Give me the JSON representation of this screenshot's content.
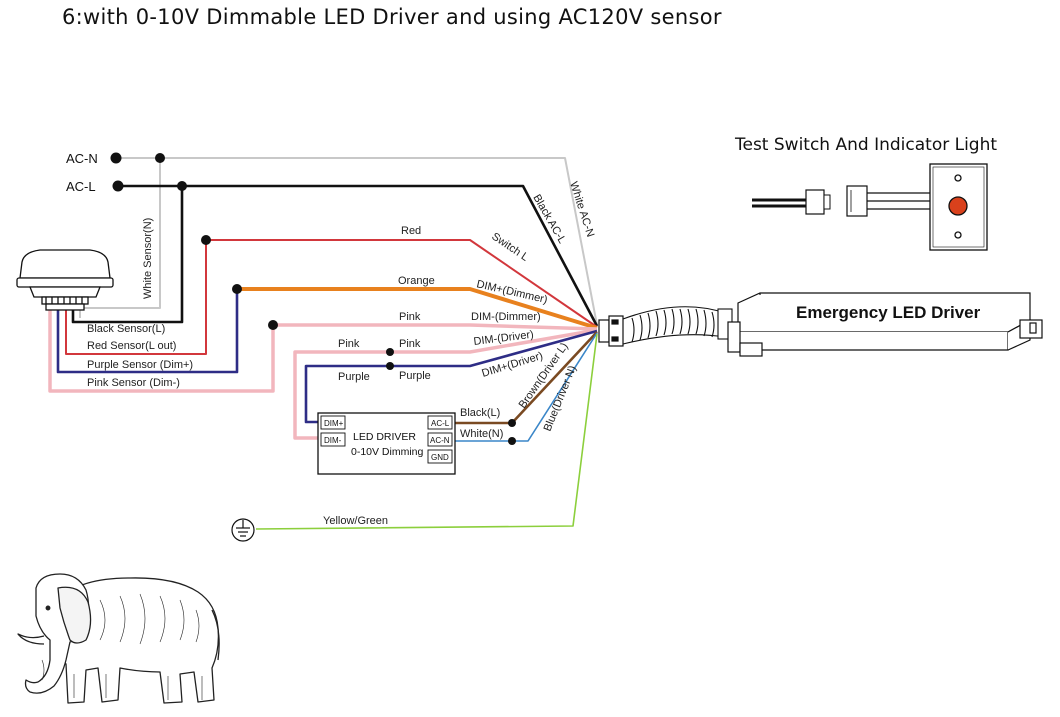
{
  "title": "6:with 0-10V Dimmable LED Driver and using AC120V sensor",
  "test_switch_title": "Test Switch And Indicator Light",
  "emergency_driver_label": "Emergency LED Driver",
  "ac_terminals": {
    "neutral": "AC-N",
    "line": "AC-L"
  },
  "sensor_labels": {
    "white": "White Sensor(N)",
    "black": "Black Sensor(L)",
    "red": "Red Sensor(L out)",
    "purple": "Purple Sensor (Dim+)",
    "pink": "Pink Sensor (Dim-)"
  },
  "wire_labels": {
    "red": "Red",
    "orange": "Orange",
    "pink_top": "Pink",
    "pink_left": "Pink",
    "pink_right": "Pink",
    "purple_left": "Purple",
    "purple_right": "Purple",
    "yellow_green": "Yellow/Green",
    "black_l": "Black(L)",
    "white_n": "White(N)"
  },
  "harness_labels": {
    "white_acn": "White  AC-N",
    "black_acl": "Black  AC-L",
    "switch_l": "Switch L",
    "dim_plus_dimmer": "DIM+(Dimmer)",
    "dim_minus_dimmer": "DIM-(Dimmer)",
    "dim_minus_driver": "DIM-(Driver)",
    "dim_plus_driver": "DIM+(Driver)",
    "brown": "Brown(Driver L)",
    "blue": "Blue(Driver N)"
  },
  "led_driver": {
    "line1": "LED DRIVER",
    "line2": "0-10V Dimming",
    "left_terminals": [
      "DIM+",
      "DIM-"
    ],
    "right_terminals": [
      "AC-L",
      "AC-N",
      "GND"
    ]
  },
  "colors": {
    "white_wire": "#c8c8c8",
    "black_wire": "#111111",
    "red_wire": "#d2373c",
    "orange_wire": "#e8811e",
    "pink_wire": "#f2b6bd",
    "purple_wire": "#2e2d86",
    "brown_wire": "#7a4a22",
    "blue_wire": "#3a86c8",
    "yellow_green_wire": "#8ccf3c",
    "indicator_red": "#d9411c"
  },
  "icons": [
    "ground-icon",
    "sensor-icon",
    "elephant-logo",
    "connector-icon",
    "test-switch-plate-icon"
  ]
}
